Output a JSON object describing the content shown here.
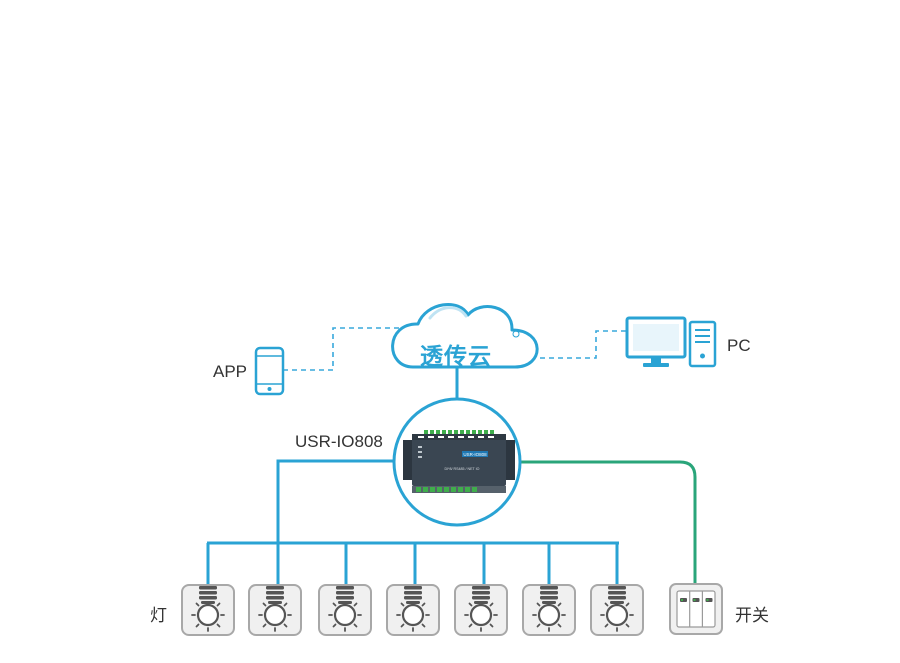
{
  "cloud": {
    "label": "透传云"
  },
  "app_label": "APP",
  "pc_label": "PC",
  "device": {
    "label": "USR-IO808",
    "front_model": "USR-IO808",
    "front_sub": "DI*8/ RS485 / NET IO"
  },
  "lamps": {
    "label": "灯",
    "count": 7
  },
  "switch": {
    "label": "开关"
  },
  "colors": {
    "blue": "#2aa3d4",
    "green": "#2aa57a",
    "dashed": "#38a8dc",
    "device_dark": "#3a4652",
    "tile_bg": "#f0f0f0",
    "tile_border": "#a8a8a8"
  }
}
